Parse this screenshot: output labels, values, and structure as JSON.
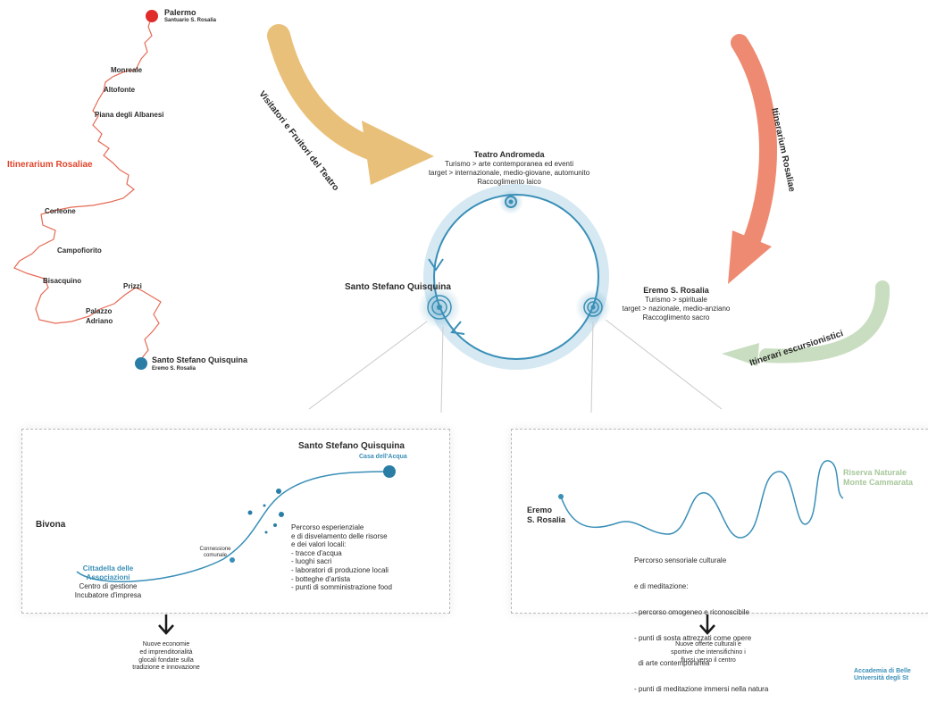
{
  "map": {
    "title": "Itinerarium Rosaliae",
    "start": {
      "name": "Palermo",
      "sub": "Santuario S. Rosalia"
    },
    "stops": [
      "Monreale",
      "Altofonte",
      "Piana degli Albanesi",
      "Corleone",
      "Campofiorito",
      "Bisacquino",
      "Prizzi",
      "Palazzo",
      "Adriano"
    ],
    "end": {
      "name": "Santo Stefano Quisquina",
      "sub": "Eremo S. Rosalia"
    },
    "colors": {
      "route": "#e56b55",
      "start": "#e02b2b",
      "end": "#2a7ea6"
    }
  },
  "arrows": {
    "visitors": "Visitatori e Fruitori del Teatro",
    "itinerarium": "Itinerarium Rosaliae",
    "escursionistici": "Itinerari escursionistici",
    "colors": {
      "visitors": "#e9c07a",
      "itinerarium": "#ef8a72",
      "escursionistici": "#c9dec0"
    }
  },
  "cycle": {
    "teatro": {
      "title": "Teatro Andromeda",
      "lines": [
        "Turismo > arte contemporanea ed eventi",
        "target > internazionale, medio-giovane, automunito",
        "Raccoglimento laico"
      ]
    },
    "santo_stefano": "Santo Stefano Quisquina",
    "eremo": {
      "title": "Eremo S. Rosalia",
      "lines": [
        "Turismo > spirituale",
        "target > nazionale, medio-anziano",
        "Raccoglimento sacro"
      ]
    },
    "color": "#3a8fb7"
  },
  "left_panel": {
    "title": "Santo Stefano Quisquina",
    "casa": "Casa dell'Acqua",
    "bivona": "Bivona",
    "cittadella": [
      "Cittadella delle",
      "Associazioni"
    ],
    "cittadella_desc": [
      "Centro di gestione",
      "Incubatore d'impresa"
    ],
    "connection": [
      "Connessione",
      "comunale"
    ],
    "description": [
      "Percorso esperienziale",
      "e di disvelamento delle risorse",
      "e dei valori locali:",
      "- tracce d'acqua",
      "- luoghi sacri",
      "- laboratori di produzione locali",
      "- botteghe d'artista",
      "- punti di somministrazione food"
    ],
    "result": [
      "Nuove economie",
      "ed imprenditorialità",
      "glocali fondate sulla",
      "tradizione e innovazione"
    ]
  },
  "right_panel": {
    "eremo": [
      "Eremo",
      "S. Rosalia"
    ],
    "riserva": [
      "Riserva Naturale",
      "Monte Cammarata"
    ],
    "description": [
      "Percorso sensoriale culturale",
      "e di meditazione:",
      "- percorso omogeneo e riconoscibile",
      "- punti di sosta attrezzati come opere",
      "  di arte contemporanea",
      "- punti di meditazione immersi nella natura"
    ],
    "result": [
      "Nuove offerte culturali e",
      "sportive che intensifichino i",
      "flussi verso il centro"
    ]
  },
  "footer": [
    "Accademia di Belle",
    "Università degli St"
  ]
}
